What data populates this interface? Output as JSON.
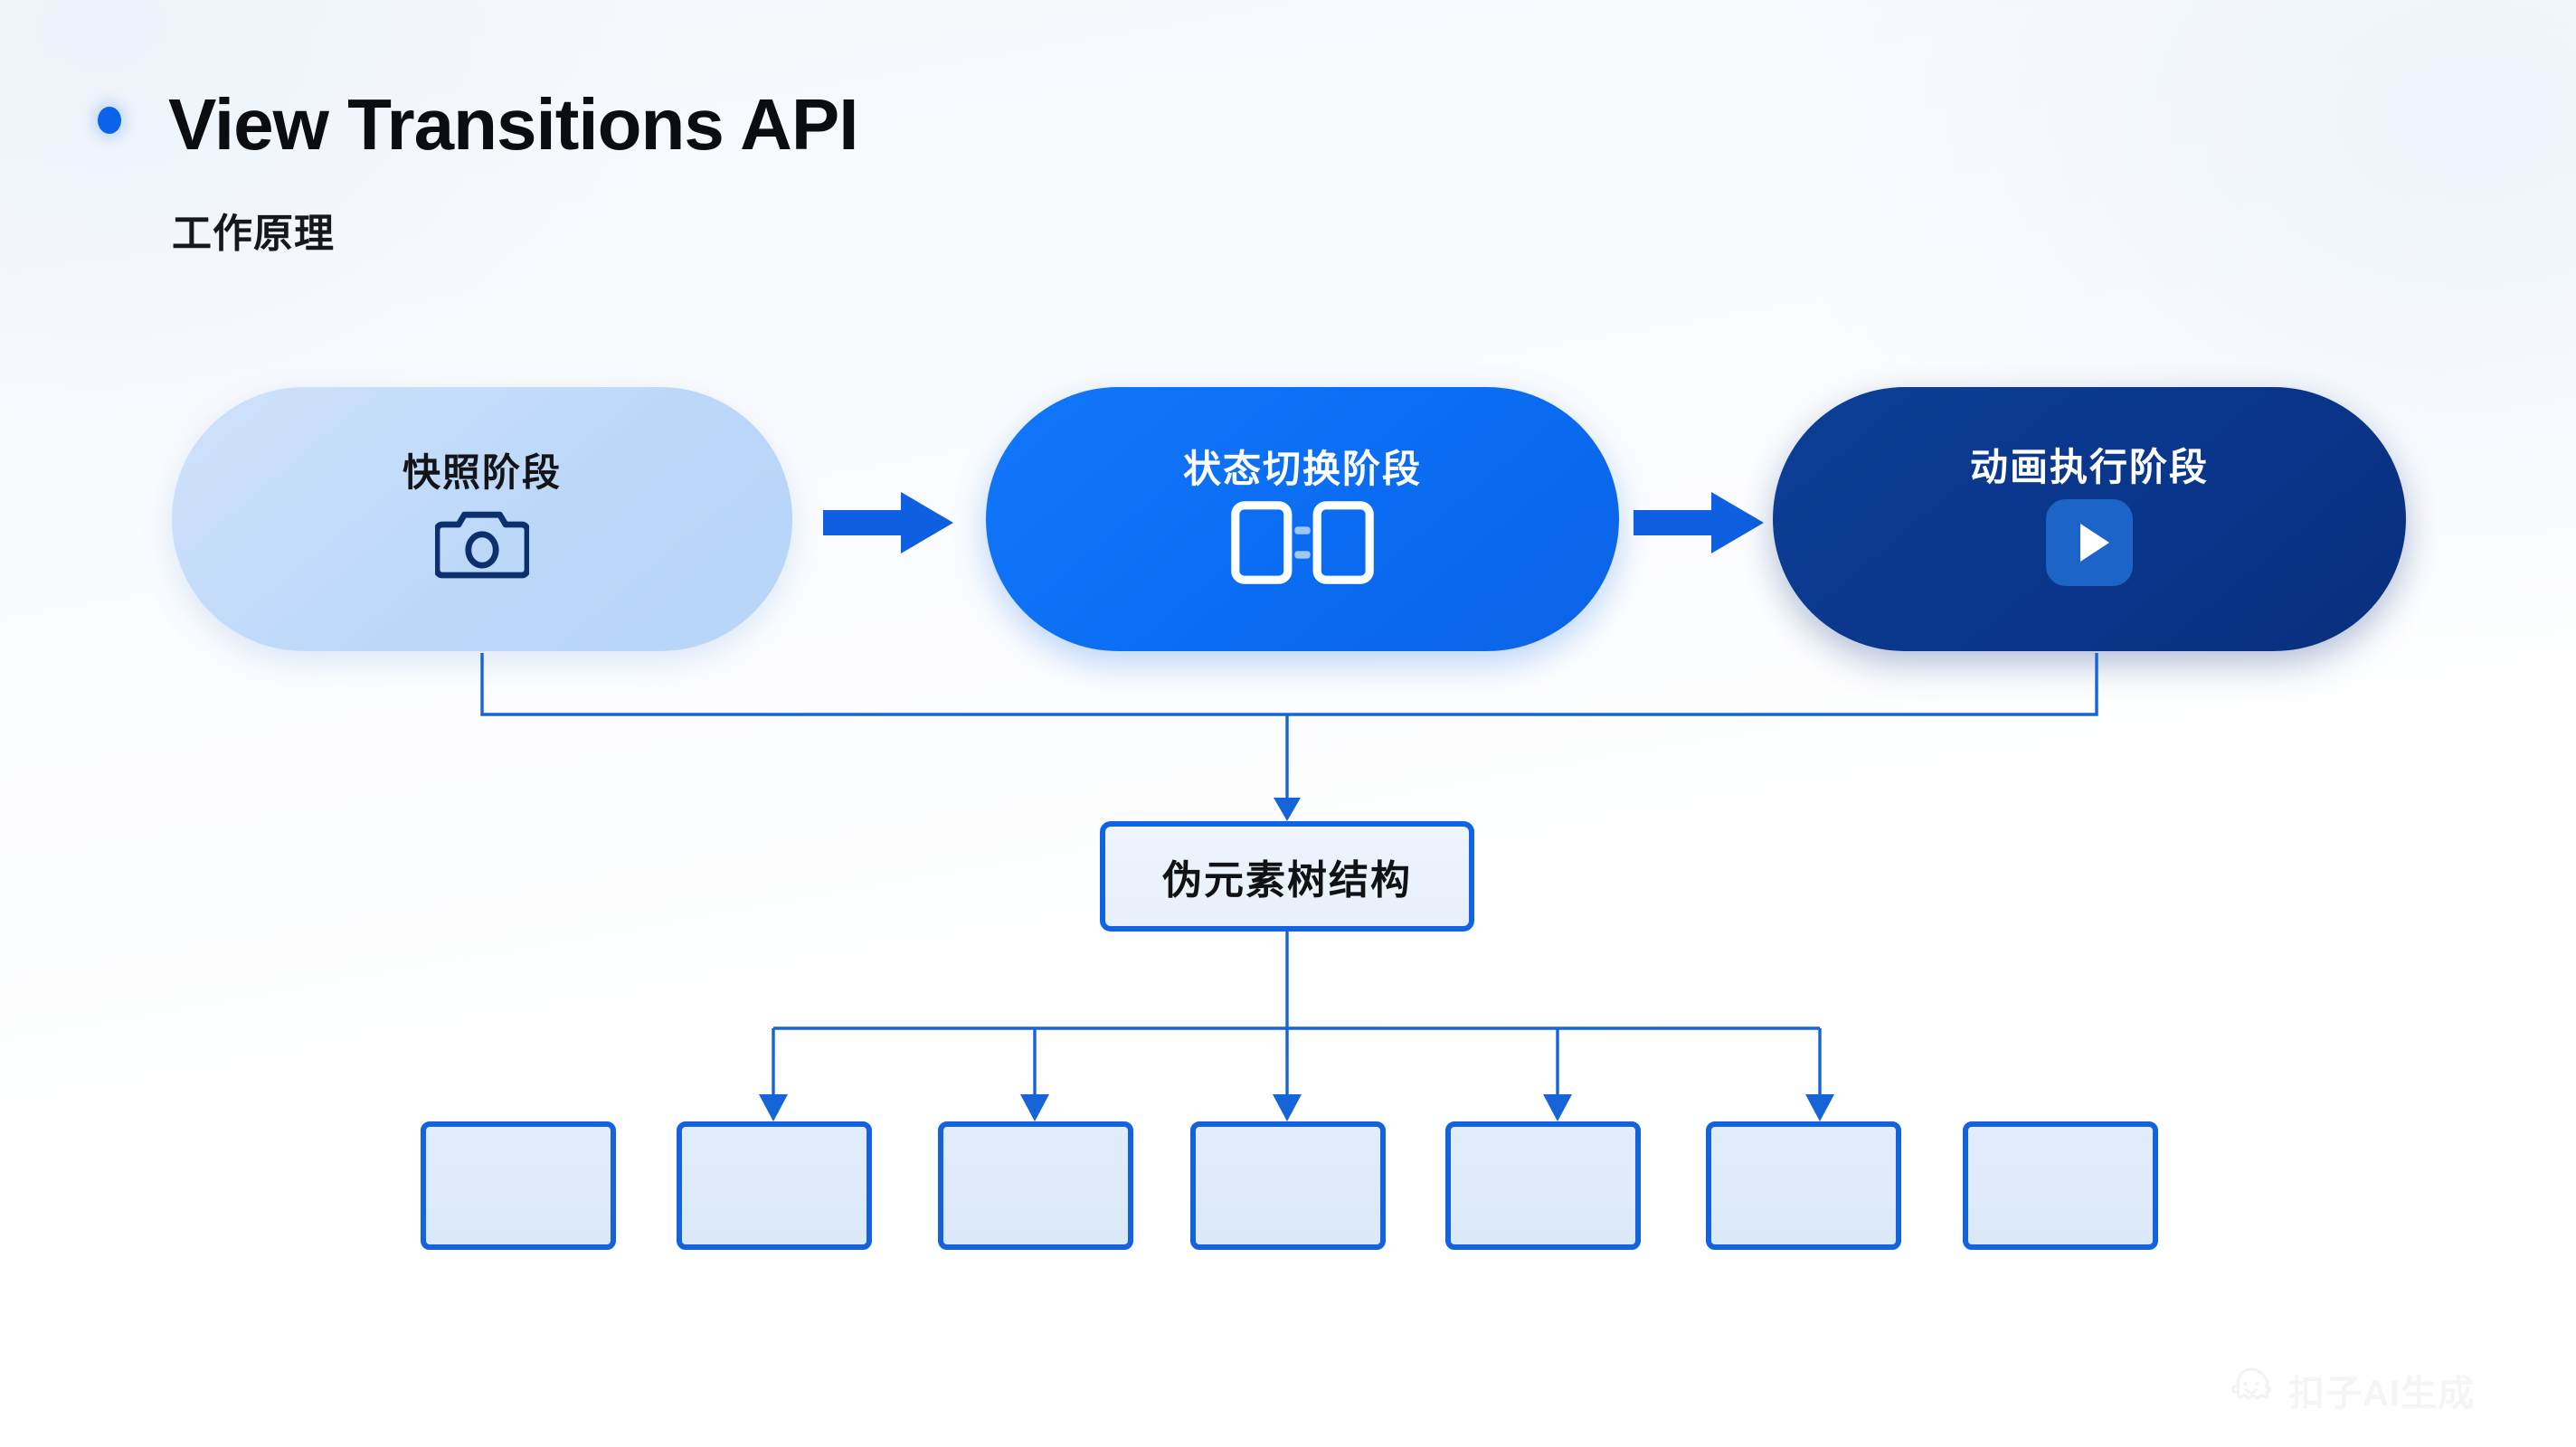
{
  "header": {
    "title": "View Transitions API",
    "subtitle": "工作原理",
    "bullet_color": "#0a63e8"
  },
  "colors": {
    "accent_blue": "#0f63e4",
    "bright_blue": "#0a6cf2",
    "dark_navy": "#0a358a",
    "light_blue": "#bcd8f9",
    "leaf_fill": "#dfeafa",
    "leaf_border": "#1463dd",
    "page_background": "#ffffff"
  },
  "flow": {
    "phases": [
      {
        "label": "快照阶段",
        "icon": "camera-icon",
        "style": "light"
      },
      {
        "label": "状态切换阶段",
        "icon": "swap-frames-icon",
        "style": "bright"
      },
      {
        "label": "动画执行阶段",
        "icon": "play-icon",
        "style": "dark"
      }
    ],
    "connectors": [
      {
        "icon": "right-arrow-icon"
      },
      {
        "icon": "right-arrow-icon"
      }
    ]
  },
  "tree": {
    "root_label": "伪元素树结构",
    "leaves": [
      {
        "label": ""
      },
      {
        "label": ""
      },
      {
        "label": ""
      },
      {
        "label": ""
      },
      {
        "label": ""
      },
      {
        "label": ""
      },
      {
        "label": ""
      }
    ]
  },
  "watermark": {
    "text": "扣子AI生成",
    "icon": "ghost-mascot-icon"
  }
}
